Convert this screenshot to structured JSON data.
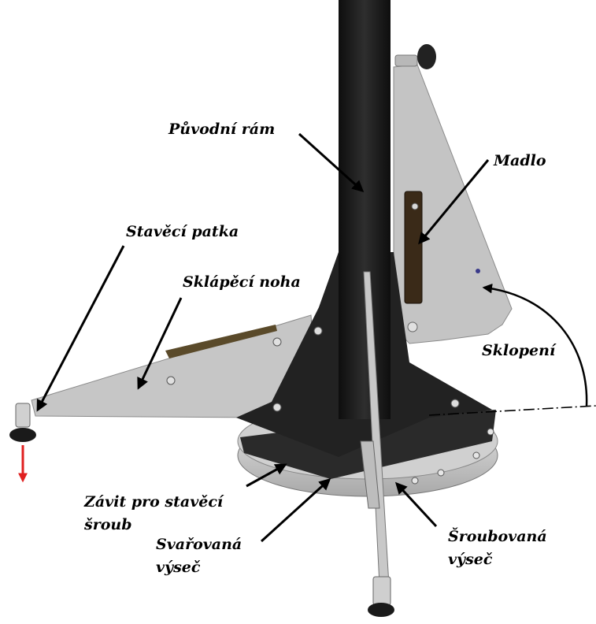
{
  "labels": {
    "puvodni_ram": "Původní rám",
    "madlo": "Madlo",
    "stavecí_patka": "Stavěcí patka",
    "sklapeci_noha": "Sklápěcí noha",
    "sklopeni": "Sklopení",
    "zavit_line1": "Závit pro stavěcí",
    "zavit_line2": "šroub",
    "svarovana_line1": "Svařovaná",
    "svarovana_line2": "výseč",
    "sroubovana_line1": "Šroubovaná",
    "sroubovana_line2": "výseč"
  },
  "colors": {
    "frame": "#1e1e1e",
    "leg_metal": "#c9c9c9",
    "base_plate": "#d4d4d4",
    "arrow_red": "#e02020",
    "label_text": "#000000"
  }
}
